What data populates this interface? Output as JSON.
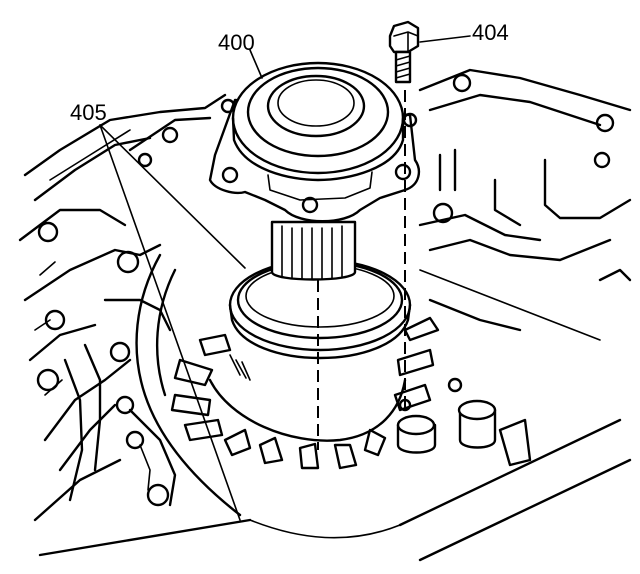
{
  "figure": {
    "callouts": {
      "c400": "400",
      "c404": "404",
      "c405": "405"
    }
  }
}
